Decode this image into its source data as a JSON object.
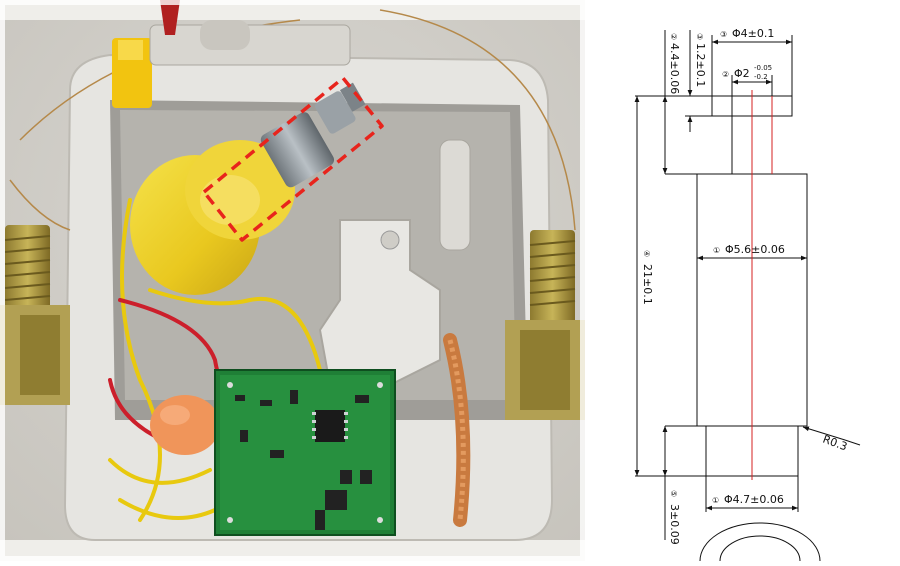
{
  "photo": {
    "description_label": "",
    "highlight_color": "#e8241c"
  },
  "drawing": {
    "dims": {
      "d1": {
        "no": "②",
        "text": "4.4±0.06"
      },
      "d2": {
        "no": "③",
        "text": "1.2±0.1"
      },
      "d3": {
        "no": "③",
        "text": "Φ4±0.1"
      },
      "d4": {
        "no": "②",
        "text": "Φ2",
        "upper": "-0.05",
        "lower": "-0.2"
      },
      "d5": {
        "no": "①",
        "text": "Φ5.6±0.06"
      },
      "d6": {
        "no": "④",
        "text": "21±0.1"
      },
      "d7": {
        "no": "",
        "text": "R0.3"
      },
      "d8": {
        "no": "⑤",
        "text": "3±0.09"
      },
      "d9": {
        "no": "①",
        "text": "Φ4.7±0.06"
      }
    },
    "axis_color": "#d62020"
  }
}
